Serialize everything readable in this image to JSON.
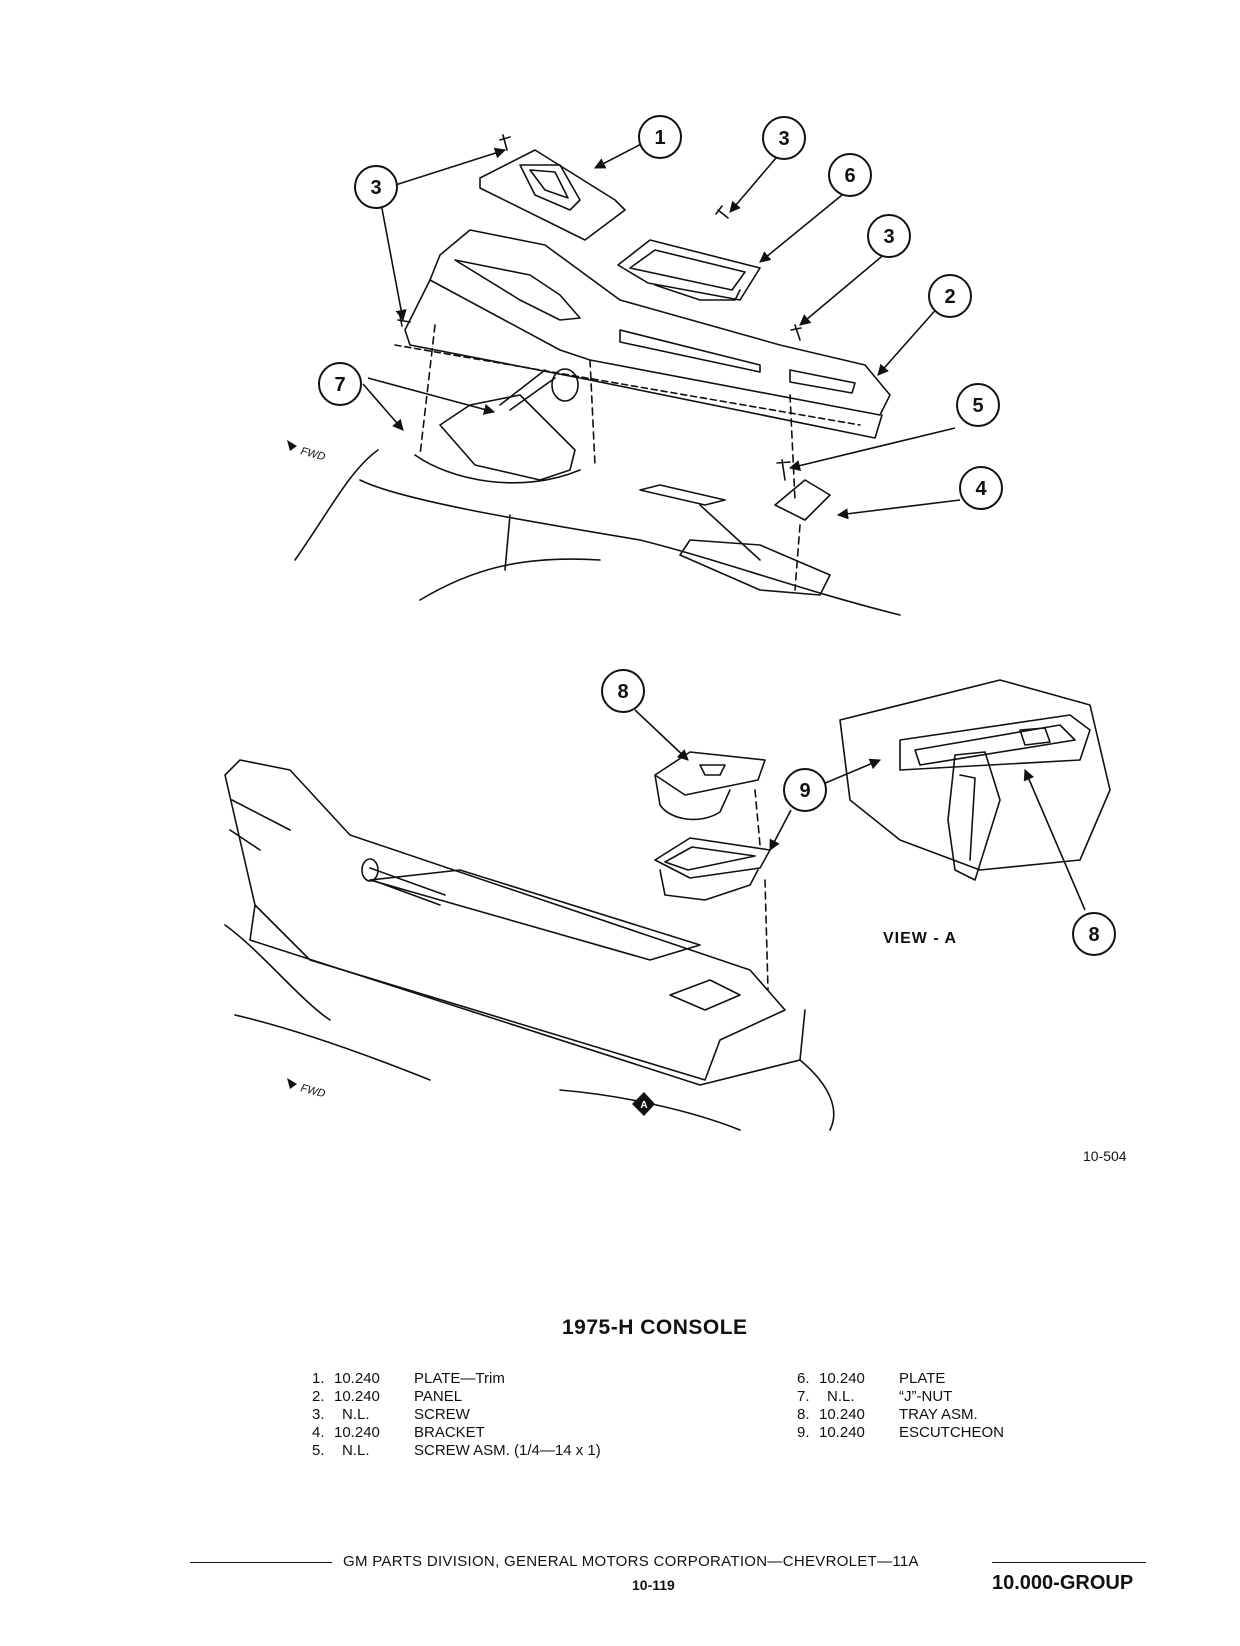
{
  "callouts": {
    "c1": "1",
    "c2": "2",
    "c3a": "3",
    "c3b": "3",
    "c3c": "3",
    "c4": "4",
    "c5": "5",
    "c6": "6",
    "c7": "7",
    "c8a": "8",
    "c8b": "8",
    "c9": "9"
  },
  "labels": {
    "fwd_upper": "FWD",
    "fwd_lower": "FWD",
    "view_marker": "A",
    "view_a": "VIEW - A",
    "figure_number": "10-504"
  },
  "title": "1975-H  CONSOLE",
  "parts_left": [
    {
      "num": "1.",
      "code": "10.240",
      "desc": "PLATE—Trim"
    },
    {
      "num": "2.",
      "code": "10.240",
      "desc": "PANEL"
    },
    {
      "num": "3.",
      "code": "N.L.",
      "desc": "SCREW"
    },
    {
      "num": "4.",
      "code": "10.240",
      "desc": "BRACKET"
    },
    {
      "num": "5.",
      "code": "N.L.",
      "desc": "SCREW ASM. (1/4—14 x 1)"
    }
  ],
  "parts_right": [
    {
      "num": "6.",
      "code": "10.240",
      "desc": "PLATE"
    },
    {
      "num": "7.",
      "code": "N.L.",
      "desc": "“J”-NUT"
    },
    {
      "num": "8.",
      "code": "10.240",
      "desc": "TRAY ASM."
    },
    {
      "num": "9.",
      "code": "10.240",
      "desc": "ESCUTCHEON"
    }
  ],
  "footer": {
    "line": "GM PARTS DIVISION,  GENERAL MOTORS CORPORATION—CHEVROLET—11A",
    "page": "10-119",
    "group": "10.000-GROUP"
  }
}
